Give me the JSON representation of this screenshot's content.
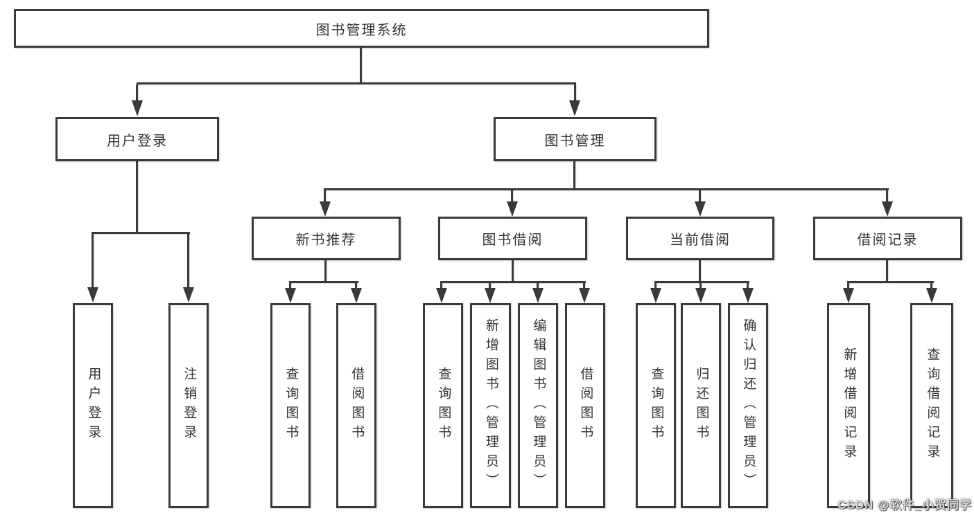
{
  "style": {
    "line_color": "#3a3a3a",
    "text_color": "#333333",
    "background": "#ffffff",
    "watermark_color": "#d9d9d9"
  },
  "tree": {
    "root": "图书管理系统",
    "children": [
      {
        "label": "用户登录",
        "children": [
          {
            "label": "用户登录"
          },
          {
            "label": "注销登录"
          }
        ]
      },
      {
        "label": "图书管理",
        "children": [
          {
            "label": "新书推荐",
            "children": [
              {
                "label": "查询图书"
              },
              {
                "label": "借阅图书"
              }
            ]
          },
          {
            "label": "图书借阅",
            "children": [
              {
                "label": "查询图书"
              },
              {
                "label": "新增图书（管理员）"
              },
              {
                "label": "编辑图书（管理员）"
              },
              {
                "label": "借阅图书"
              }
            ]
          },
          {
            "label": "当前借阅",
            "children": [
              {
                "label": "查询图书"
              },
              {
                "label": "归还图书"
              },
              {
                "label": "确认归还（管理员）"
              }
            ]
          },
          {
            "label": "借阅记录",
            "children": [
              {
                "label": "新增借阅记录"
              },
              {
                "label": "查询借阅记录"
              }
            ]
          }
        ]
      }
    ]
  },
  "watermark": {
    "text": "CSDN @软件_小贺同学"
  }
}
